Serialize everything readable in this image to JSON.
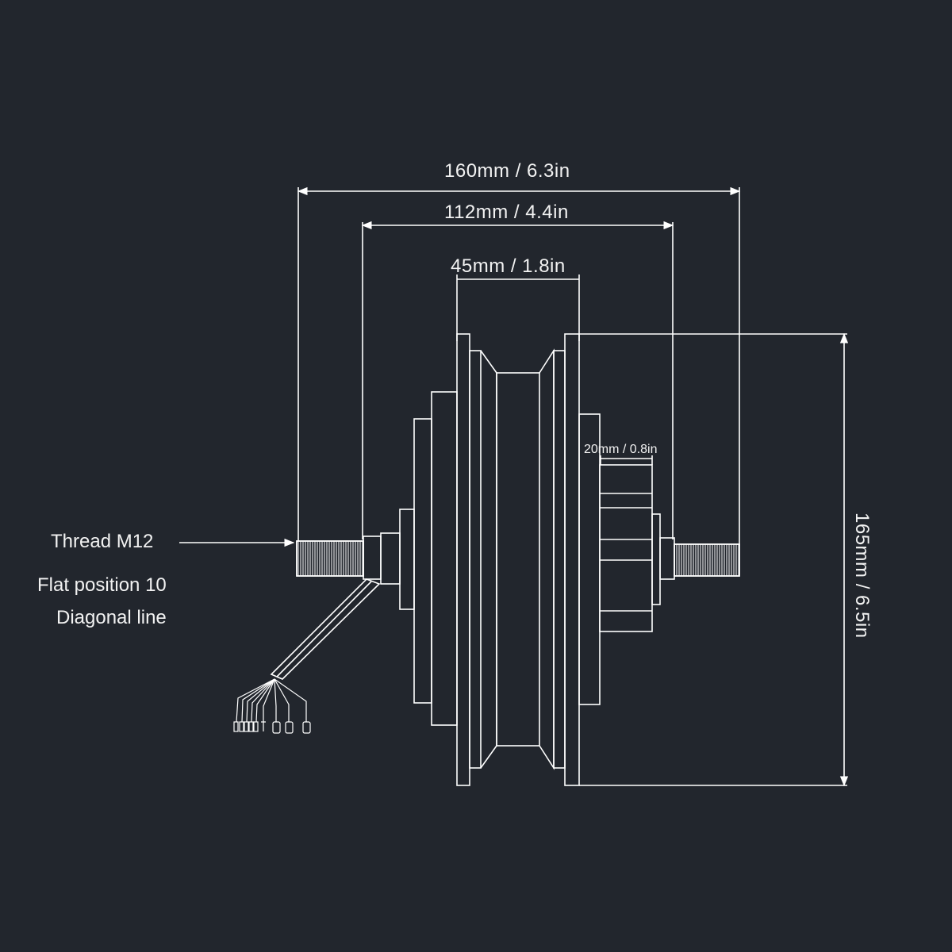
{
  "dimensions": {
    "overall_width": "160mm / 6.3in",
    "hub_width": "112mm / 4.4in",
    "rim_width": "45mm / 1.8in",
    "cassette_width": "20mm / 0.8in",
    "diameter": "165mm / 6.5in"
  },
  "notes": {
    "thread": "Thread M12",
    "flat_position": "Flat position 10",
    "diagonal_line": "Diagonal line"
  },
  "colors": {
    "background": "#22262d",
    "line": "#ffffff",
    "text": "#f2f2f2"
  }
}
